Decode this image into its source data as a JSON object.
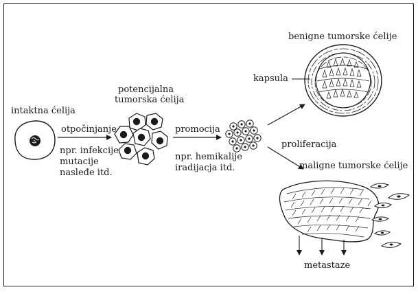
{
  "labels": {
    "intact_cell": "intaktna ćelija",
    "initiation": "otpočinjanje",
    "initiation_causes": [
      "npr. infekcije",
      "mutacije",
      "nasleđe itd."
    ],
    "potential_tumor_cell": [
      "potencijalna",
      "tumorska ćelija"
    ],
    "promotion": "promocija",
    "promotion_causes": [
      "npr. hemikalije",
      "iradijacja itd."
    ],
    "benign": "benigne tumorske ćelije",
    "capsule": "kapsula",
    "proliferation": "proliferacija",
    "malignant": "maligne tumorske ćelije",
    "metastases": "metastaze"
  },
  "colors": {
    "line": "#1a1a1a",
    "background": "#ffffff"
  }
}
